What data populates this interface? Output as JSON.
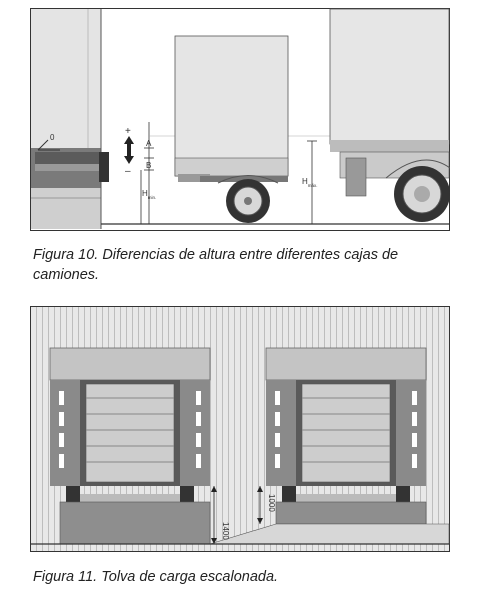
{
  "figure10": {
    "caption": "Figura 10. Diferencias de altura entre diferentes cajas de camiones.",
    "labels": {
      "plus": "+",
      "minus": "–",
      "a": "A",
      "b": "B",
      "h_min": "H",
      "h_min_sub": "min.",
      "h_max": "H",
      "h_max_sub": "máx.",
      "angle": "0"
    }
  },
  "figure11": {
    "caption": "Figura 11. Tolva de carga escalonada.",
    "labels": {
      "dim_left": "1400",
      "dim_right": "1000"
    }
  },
  "colors": {
    "line": "#333333",
    "wall": "#e6e6e6",
    "dark": "#3a3a3a",
    "mid": "#9a9a9a",
    "light": "#d4d4d4"
  }
}
